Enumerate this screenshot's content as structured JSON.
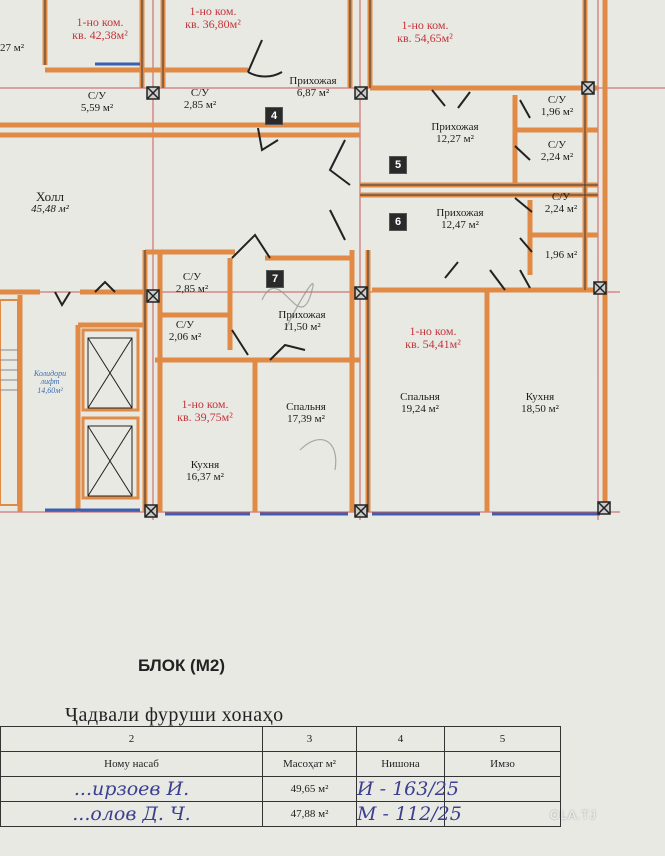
{
  "plan": {
    "rooms": [
      {
        "id": "apt-top-left",
        "name": "",
        "area": "27 м²"
      },
      {
        "id": "apt-1",
        "title": "1-но ком.",
        "area": "кв. 42,38м²"
      },
      {
        "id": "apt-2",
        "title": "1-но ком.",
        "area": "кв. 36,80м²"
      },
      {
        "id": "apt-3",
        "title": "1-но ком.",
        "area": "кв. 54,65м²"
      },
      {
        "id": "su-a",
        "name": "С/У",
        "area": "5,59 м²"
      },
      {
        "id": "su-b",
        "name": "С/У",
        "area": "2,85 м²"
      },
      {
        "id": "hall-4",
        "name": "Прихожая",
        "area": "6,87 м²"
      },
      {
        "id": "hall-5",
        "name": "Прихожая",
        "area": "12,27 м²"
      },
      {
        "id": "su-c",
        "name": "С/У",
        "area": "1,96 м²"
      },
      {
        "id": "su-d",
        "name": "С/У",
        "area": "2,24 м²"
      },
      {
        "id": "holl",
        "name": "Холл",
        "area": "45,48 м²"
      },
      {
        "id": "hall-6",
        "name": "Прихожая",
        "area": "12,47 м²"
      },
      {
        "id": "su-e",
        "name": "С/У",
        "area": "2,24 м²"
      },
      {
        "id": "su-f",
        "name": "",
        "area": "1,96 м²"
      },
      {
        "id": "su-g",
        "name": "С/У",
        "area": "2,85 м²"
      },
      {
        "id": "hall-7",
        "name": "Прихожая",
        "area": "11,50 м²"
      },
      {
        "id": "su-h",
        "name": "С/У",
        "area": "2,06 м²"
      },
      {
        "id": "apt-7",
        "title": "1-но ком.",
        "area": "кв. 39,75м²"
      },
      {
        "id": "apt-6",
        "title": "1-но ком.",
        "area": "кв. 54,41м²"
      },
      {
        "id": "bed-7",
        "name": "Спальня",
        "area": "17,39 м²"
      },
      {
        "id": "bed-6",
        "name": "Спальня",
        "area": "19,24 м²"
      },
      {
        "id": "kit-6",
        "name": "Кухня",
        "area": "18,50 м²"
      },
      {
        "id": "kit-7",
        "name": "Кухня",
        "area": "16,37 м²"
      },
      {
        "id": "lift",
        "name": "Колидори лифт",
        "area": "14,60м²"
      }
    ],
    "apartment_numbers": [
      "4",
      "5",
      "6",
      "7"
    ]
  },
  "block_title": "БЛОК (М2)",
  "sales_title": "Ҷадвали фуруши хонаҳо",
  "table": {
    "col_numbers": [
      "",
      "2",
      "3",
      "4",
      "5"
    ],
    "headers": [
      "",
      "Ному насаб",
      "Масоҳат м²",
      "Нишона",
      "Имзо"
    ],
    "rows": [
      [
        "",
        "...ирзоев И.",
        "49,65 м²",
        "И - 163/25",
        ""
      ],
      [
        "",
        "...олов Д. Ч.",
        "47,88 м²",
        "М - 112/25",
        ""
      ]
    ]
  },
  "watermark": "OLA.TJ",
  "colors": {
    "wall": "#e08a45",
    "grid": "#c2353b",
    "window": "#3c5fb0",
    "paper": "#e9e9e3"
  }
}
